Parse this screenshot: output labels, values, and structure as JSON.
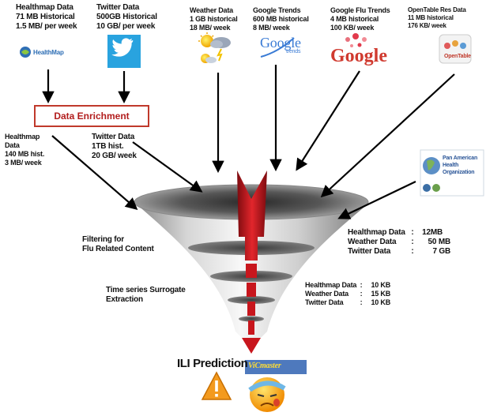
{
  "sources": {
    "healthmap": {
      "name": "Healthmap Data",
      "historical": "71 MB Historical",
      "rate": "1.5 MB/ per week",
      "logo_text": "HealthMap"
    },
    "twitter": {
      "name": "Twitter Data",
      "historical": "500GB Historical",
      "rate": "10 GB/ per week"
    },
    "weather": {
      "name": "Weather Data",
      "historical": "1 GB historical",
      "rate": "18 MB/ week"
    },
    "google_trends": {
      "name": "Google Trends",
      "historical": "600 MB historical",
      "rate": "8 MB/ week",
      "logo_text": "Google",
      "logo_sub": "trends"
    },
    "google_flu": {
      "name": "Google Flu Trends",
      "historical": "4 MB historical",
      "rate": "100 KB/ week",
      "logo_text": "Google"
    },
    "opentable": {
      "name": "OpenTable Res Data",
      "historical": "11 MB historical",
      "rate": "176 KB/ week",
      "logo_text": "OpenTable"
    },
    "paho": {
      "logo_text_1": "Pan American",
      "logo_text_2": "Health",
      "logo_text_3": "Organization"
    }
  },
  "enrichment": {
    "label": "Data Enrichment"
  },
  "enriched": {
    "healthmap": {
      "lines": [
        "Healthmap",
        "Data",
        "140 MB hist.",
        "3 MB/ week"
      ]
    },
    "twitter": {
      "lines": [
        "Twitter Data",
        "1TB hist.",
        "20 GB/ week"
      ]
    }
  },
  "stages": {
    "filtering": {
      "lines": [
        "Filtering for",
        "Flu Related Content"
      ]
    },
    "surrogate": {
      "lines": [
        "Time series Surrogate",
        "Extraction"
      ]
    }
  },
  "after_filtering": [
    {
      "name": "Healthmap Data",
      "sep": ":",
      "value": "12MB"
    },
    {
      "name": "Weather Data",
      "sep": ":",
      "value": "50 MB"
    },
    {
      "name": "Twitter Data",
      "sep": ":",
      "value": "7 GB"
    }
  ],
  "after_extraction": [
    {
      "name": "Healthmap Data",
      "sep": ":",
      "value": "10 KB"
    },
    {
      "name": "Weather Data",
      "sep": ":",
      "value": "15 KB"
    },
    {
      "name": "Twitter Data",
      "sep": ":",
      "value": "10 KB"
    }
  ],
  "output": {
    "title": "ILI Prediction",
    "badge": "ViCmaster"
  },
  "colors": {
    "enrich_border": "#c0392b",
    "enrich_text": "#b21d1d",
    "funnel_red": "#c8161d",
    "twitter_blue": "#29a3df"
  }
}
